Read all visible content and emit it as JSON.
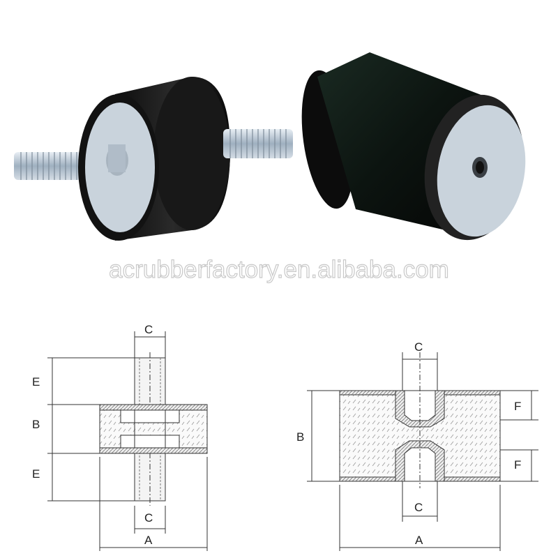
{
  "watermark": "acrubberfactory.en.alibaba.com",
  "photos": {
    "left": "male-male-threaded-rubber-mount",
    "right": "female-female-threaded-rubber-mount"
  },
  "diagram_left": {
    "labels": {
      "c_top": "C",
      "e_top": "E",
      "b": "B",
      "e_bottom": "E",
      "c_bottom": "C",
      "a": "A"
    }
  },
  "diagram_right": {
    "labels": {
      "c_top": "C",
      "b": "B",
      "f_top": "F",
      "f_bottom": "F",
      "c_bottom": "C",
      "a": "A"
    }
  },
  "colors": {
    "rubber": "#151515",
    "metal": "#c9d3dc",
    "hatch": "#888888"
  }
}
